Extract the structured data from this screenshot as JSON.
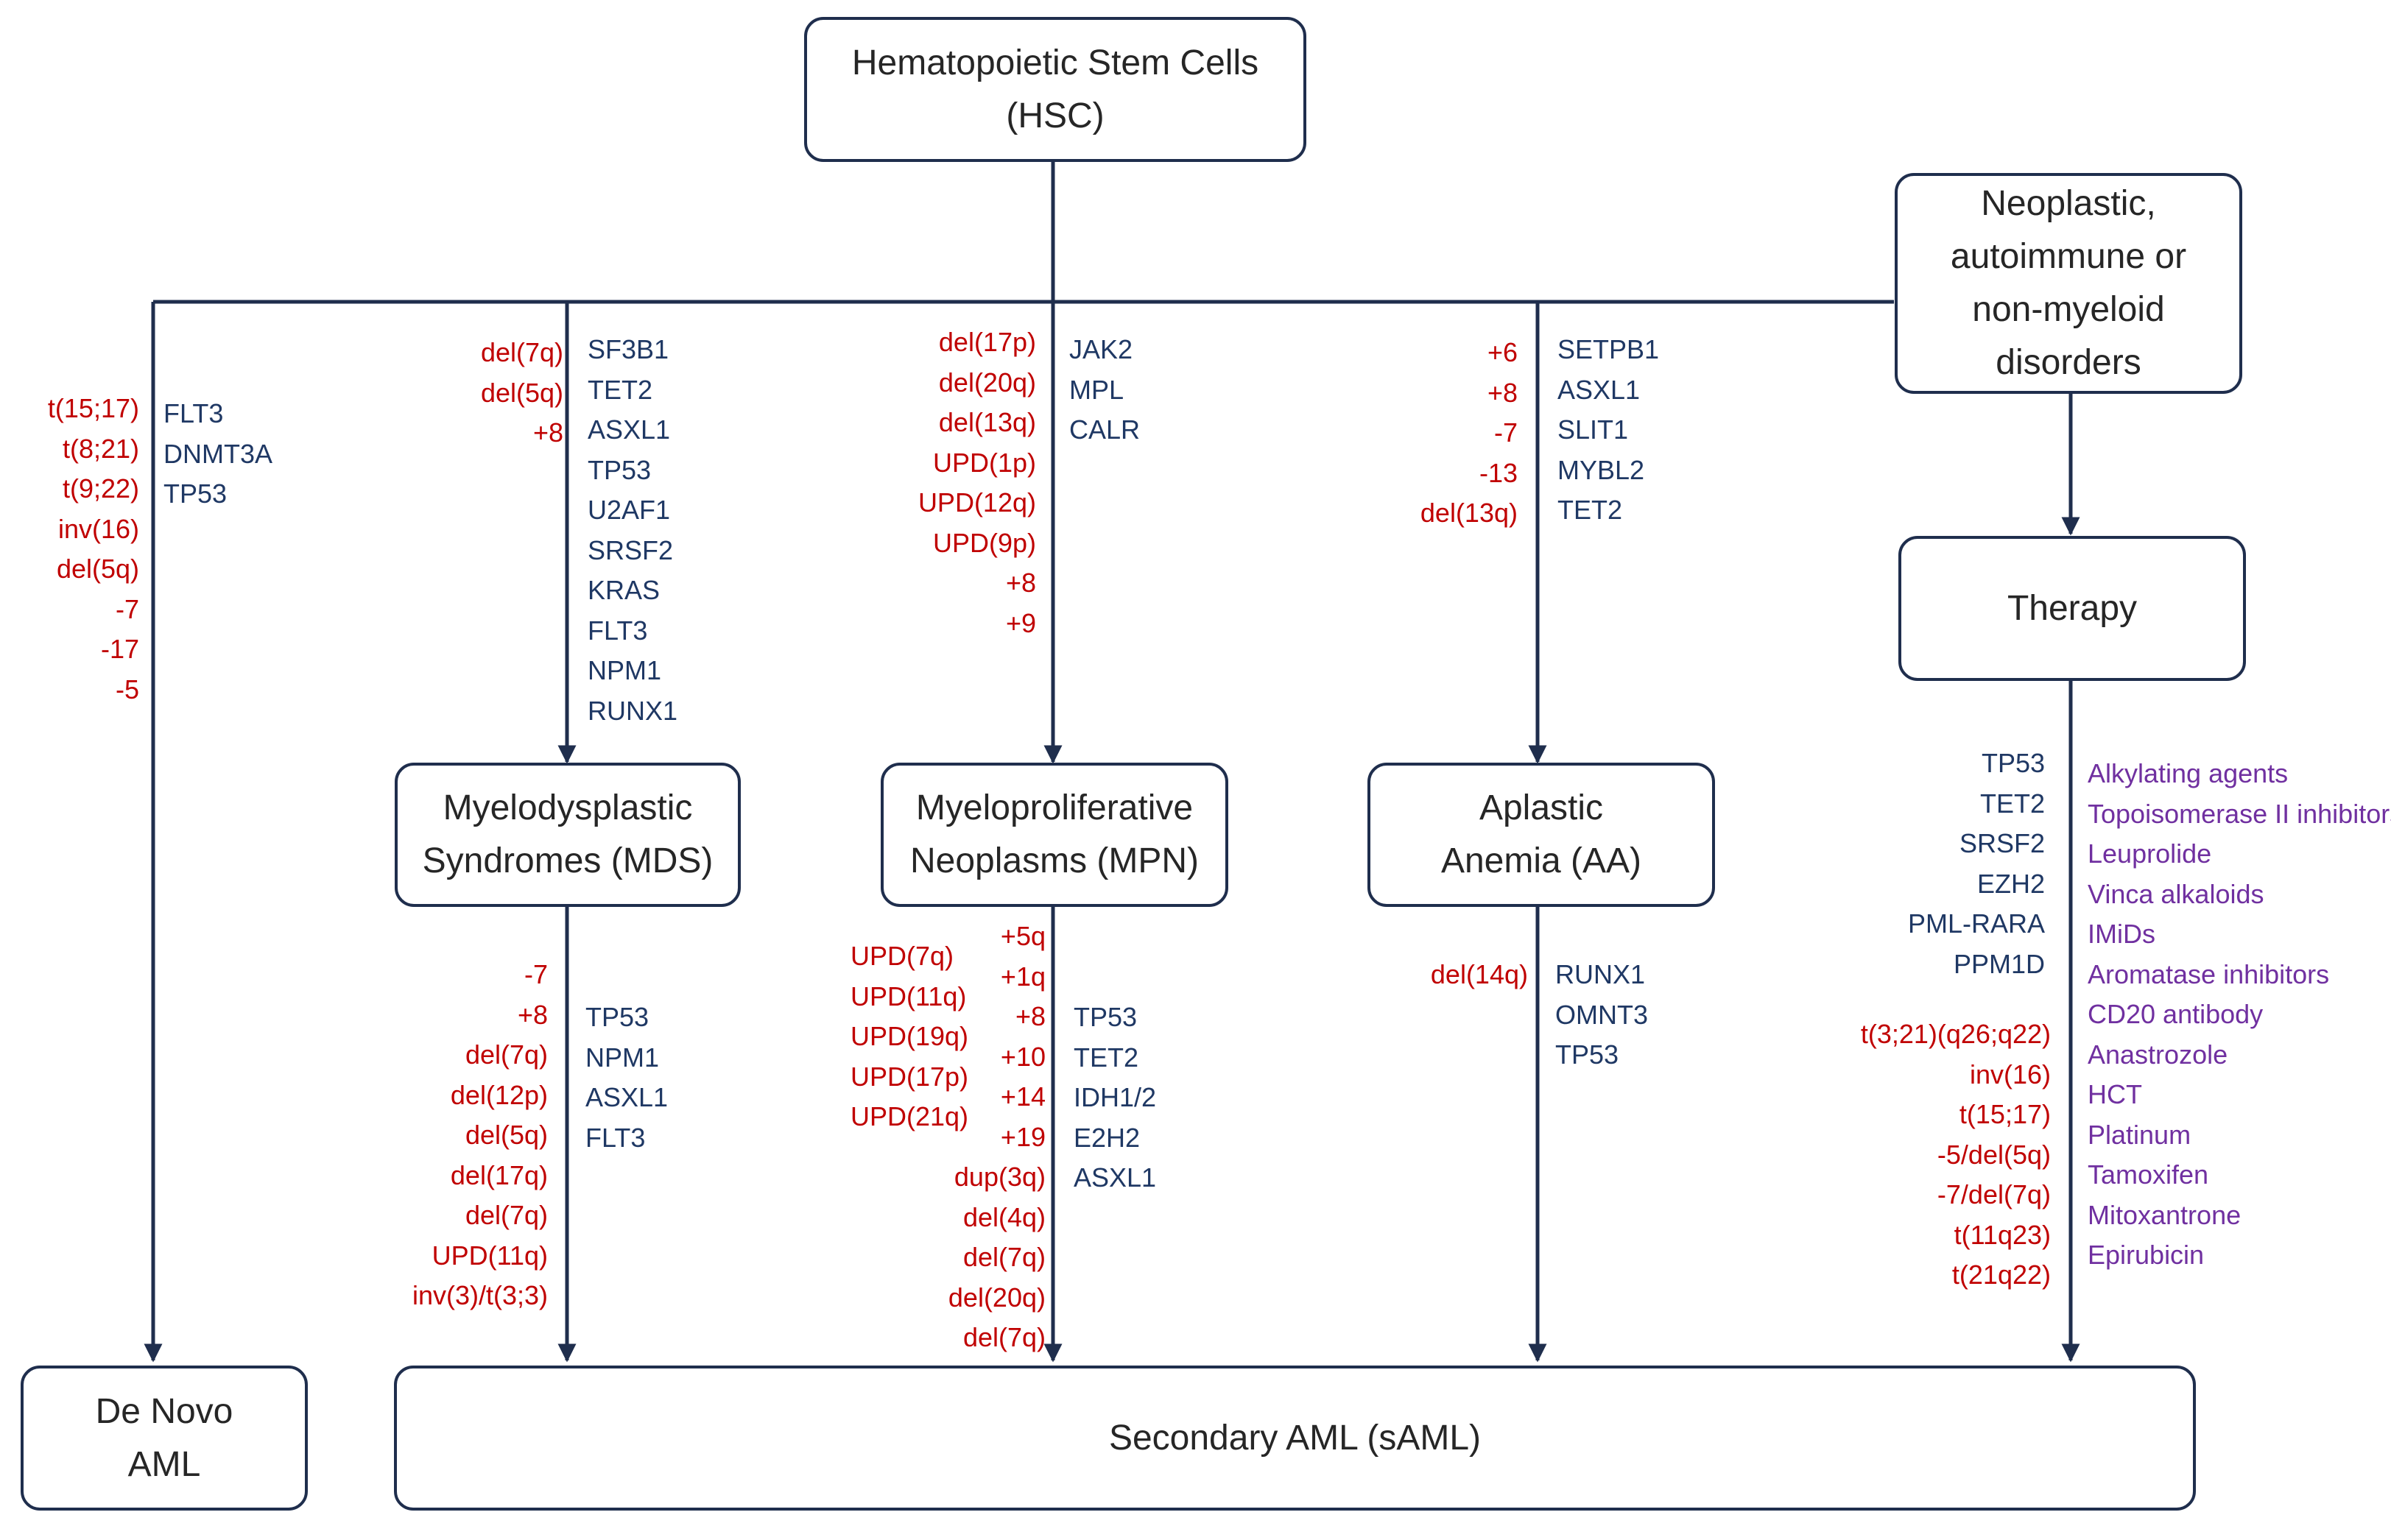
{
  "nodes": {
    "hsc": [
      "Hematopoietic Stem Cells",
      "(HSC)"
    ],
    "neoplastic": [
      "Neoplastic,",
      "autoimmune or",
      "non-myeloid",
      "disorders"
    ],
    "therapy": [
      "Therapy"
    ],
    "mds": [
      "Myelodysplastic",
      "Syndromes (MDS)"
    ],
    "mpn": [
      "Myeloproliferative",
      "Neoplasms (MPN)"
    ],
    "aa": [
      "Aplastic",
      "Anemia (AA)"
    ],
    "denovo": [
      "De Novo",
      "AML"
    ],
    "saml": [
      "Secondary AML (sAML)"
    ]
  },
  "annotations": {
    "denovo_cyto": [
      "t(15;17)",
      "t(8;21)",
      "t(9;22)",
      "inv(16)",
      "del(5q)",
      "-7",
      "-17",
      "-5"
    ],
    "denovo_genes": [
      "FLT3",
      "DNMT3A",
      "TP53"
    ],
    "mds_in_cyto": [
      "del(7q)",
      "del(5q)",
      "+8"
    ],
    "mds_in_genes": [
      "SF3B1",
      "TET2",
      "ASXL1",
      "TP53",
      "U2AF1",
      "SRSF2",
      "KRAS",
      "FLT3",
      "NPM1",
      "RUNX1"
    ],
    "mpn_in_cyto": [
      "del(17p)",
      "del(20q)",
      "del(13q)",
      "UPD(1p)",
      "UPD(12q)",
      "UPD(9p)",
      "+8",
      "+9"
    ],
    "mpn_in_genes": [
      "JAK2",
      "MPL",
      "CALR"
    ],
    "aa_in_cyto": [
      "+6",
      "+8",
      "-7",
      "-13",
      "del(13q)"
    ],
    "aa_in_genes": [
      "SETPB1",
      "ASXL1",
      "SLIT1",
      "MYBL2",
      "TET2"
    ],
    "mds_out_cyto": [
      "-7",
      "+8",
      "del(7q)",
      "del(12p)",
      "del(5q)",
      "del(17q)",
      "del(7q)",
      "UPD(11q)",
      "inv(3)/t(3;3)"
    ],
    "mds_out_genes": [
      "TP53",
      "NPM1",
      "ASXL1",
      "FLT3"
    ],
    "mpn_out_upd": [
      "UPD(7q)",
      "UPD(11q)",
      "UPD(19q)",
      "UPD(17p)",
      "UPD(21q)"
    ],
    "mpn_out_cyto": [
      "+5q",
      "+1q",
      "+8",
      "+10",
      "+14",
      "+19",
      "dup(3q)",
      "del(4q)",
      "del(7q)",
      "del(20q)",
      "del(7q)"
    ],
    "mpn_out_genes": [
      "TP53",
      "TET2",
      "IDH1/2",
      "E2H2",
      "ASXL1"
    ],
    "aa_out_cyto": [
      "del(14q)"
    ],
    "aa_out_genes": [
      "RUNX1",
      "OMNT3",
      "TP53"
    ],
    "therapy_genes": [
      "TP53",
      "TET2",
      "SRSF2",
      "EZH2",
      "PML-RARA",
      "PPM1D"
    ],
    "therapy_cyto": [
      "t(3;21)(q26;q22)",
      "inv(16)",
      "t(15;17)",
      "-5/del(5q)",
      "-7/del(7q)",
      "t(11q23)",
      "t(21q22)"
    ],
    "therapy_agents": [
      "Alkylating agents",
      "Topoisomerase II inhibitors",
      "Leuprolide",
      "Vinca alkaloids",
      "IMiDs",
      "Aromatase inhibitors",
      "CD20 antibody",
      "Anastrozole",
      "HCT",
      "Platinum",
      "Tamoxifen",
      "Mitoxantrone",
      "Epirubicin"
    ]
  },
  "colors": {
    "line": "#1f2e4d",
    "cytogenetics": "#c00000",
    "genes": "#1f3864",
    "agents": "#7030a0"
  }
}
